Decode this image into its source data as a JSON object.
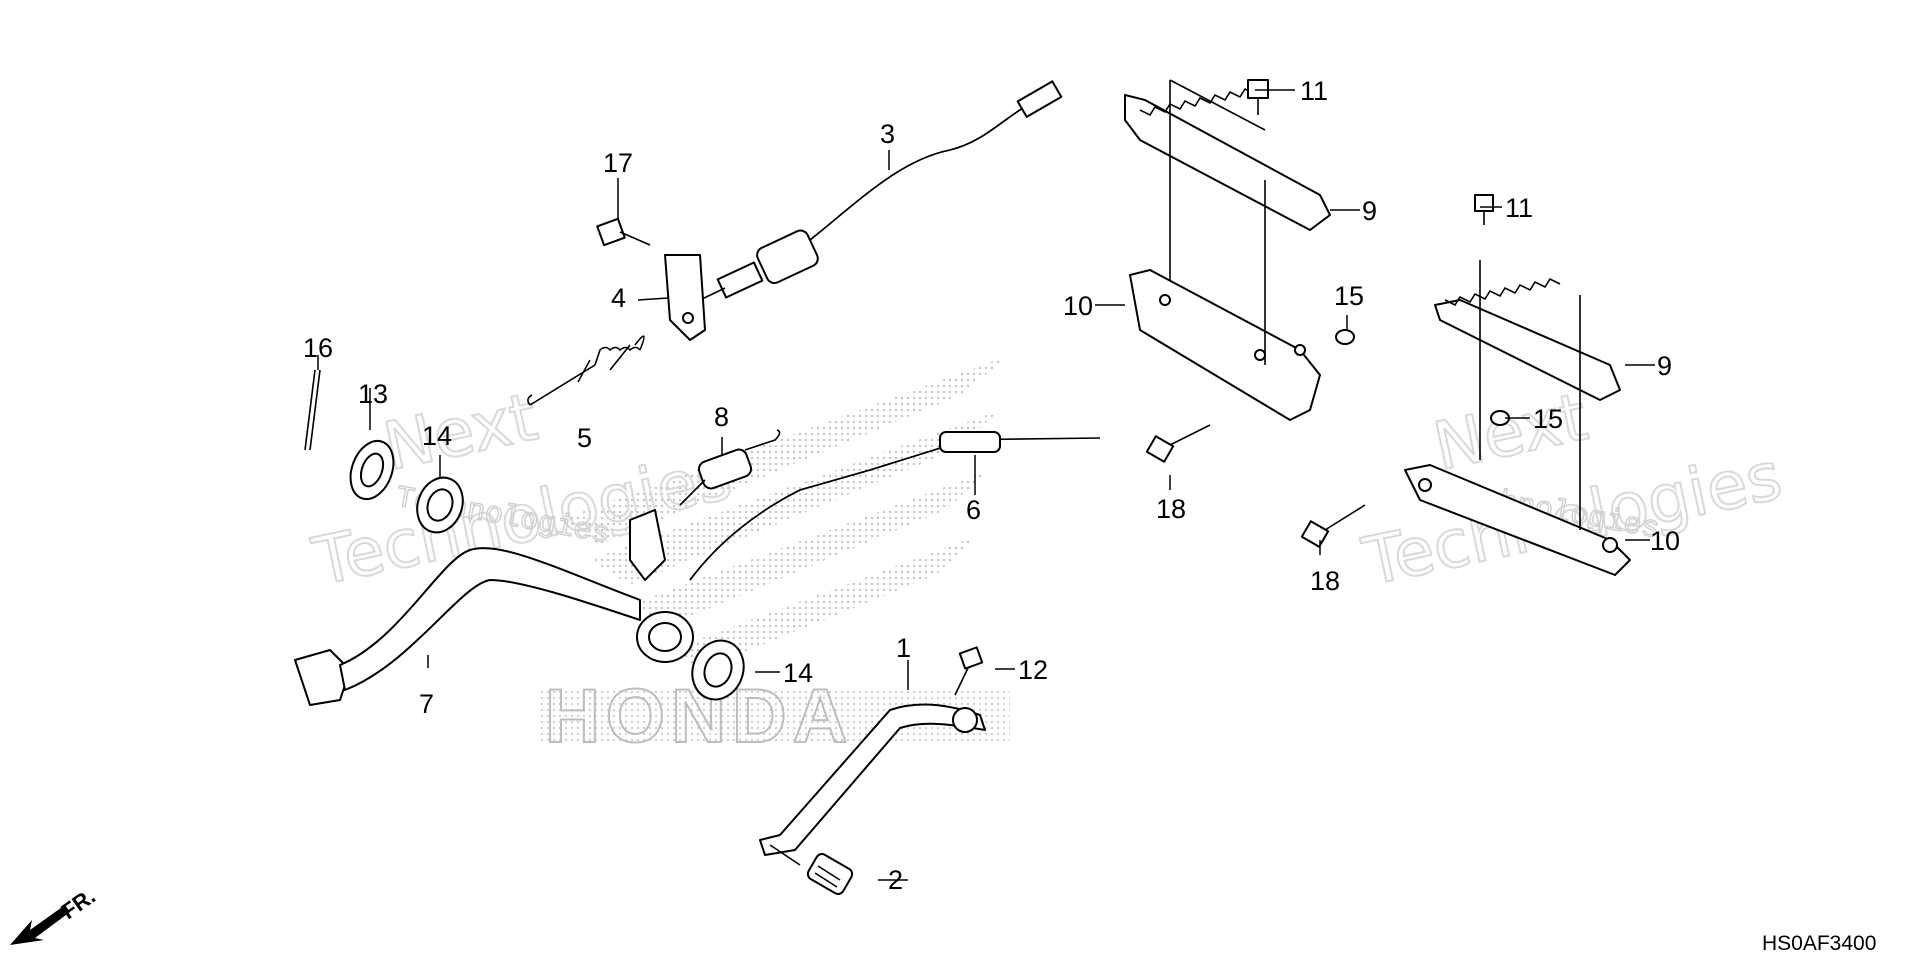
{
  "parts": [
    {
      "id": "1",
      "label": "1"
    },
    {
      "id": "2",
      "label": "2"
    },
    {
      "id": "3",
      "label": "3"
    },
    {
      "id": "4",
      "label": "4"
    },
    {
      "id": "5",
      "label": "5"
    },
    {
      "id": "6",
      "label": "6"
    },
    {
      "id": "7",
      "label": "7"
    },
    {
      "id": "8",
      "label": "8"
    },
    {
      "id": "9a",
      "label": "9"
    },
    {
      "id": "9b",
      "label": "9"
    },
    {
      "id": "10a",
      "label": "10"
    },
    {
      "id": "10b",
      "label": "10"
    },
    {
      "id": "11a",
      "label": "11"
    },
    {
      "id": "11b",
      "label": "11"
    },
    {
      "id": "12",
      "label": "12"
    },
    {
      "id": "13",
      "label": "13"
    },
    {
      "id": "14a",
      "label": "14"
    },
    {
      "id": "14b",
      "label": "14"
    },
    {
      "id": "15a",
      "label": "15"
    },
    {
      "id": "15b",
      "label": "15"
    },
    {
      "id": "16",
      "label": "16"
    },
    {
      "id": "17",
      "label": "17"
    },
    {
      "id": "18a",
      "label": "18"
    },
    {
      "id": "18b",
      "label": "18"
    }
  ],
  "direction_marker": "FR.",
  "diagram_code": "HS0AF3400",
  "watermark": {
    "line1": "Next",
    "line2": "Technologies"
  },
  "brand_mark": "HONDA"
}
